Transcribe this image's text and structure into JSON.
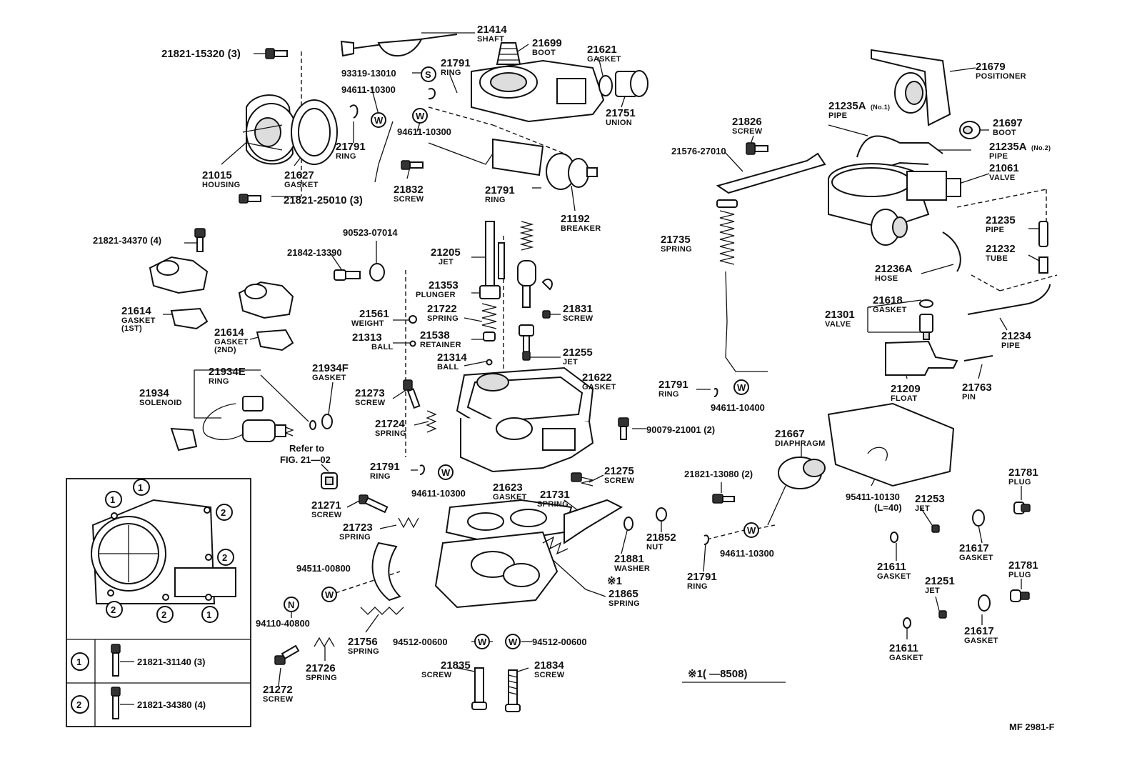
{
  "labels": {
    "l21821_15320": "21821-15320 (3)",
    "l21414": "21414",
    "l21414n": "SHAFT",
    "l21699": "21699",
    "l21699n": "BOOT",
    "l21621": "21621",
    "l21621n": "GASKET",
    "l21791a": "21791",
    "l21791an": "RING",
    "l93319": "93319-13010",
    "l94611a": "94611-10300",
    "l94611b": "94611-10300",
    "l21751": "21751",
    "l21751n": "UNION",
    "l21791b": "21791",
    "l21791bn": "RING",
    "l21015": "21015",
    "l21015n": "HOUSING",
    "l21627": "21627",
    "l21627n": "GASKET",
    "l21821_25010": "21821-25010 (3)",
    "l21832": "21832",
    "l21832n": "SCREW",
    "l21791c": "21791",
    "l21791cn": "RING",
    "l21192": "21192",
    "l21192n": "BREAKER",
    "l21679": "21679",
    "l21679n": "POSITIONER",
    "l21235A1": "21235A",
    "l21235A1s": "(No.1)",
    "l21235A1n": "PIPE",
    "l21697": "21697",
    "l21697n": "BOOT",
    "l21235A2": "21235A",
    "l21235A2s": "(No.2)",
    "l21235A2n": "PIPE",
    "l21061": "21061",
    "l21061n": "VALVE",
    "l21826": "21826",
    "l21826n": "SCREW",
    "l21576": "21576-27010",
    "l21235": "21235",
    "l21235n": "PIPE",
    "l21232": "21232",
    "l21232n": "TUBE",
    "l21236A": "21236A",
    "l21236An": "HOSE",
    "l21821_34370": "21821-34370 (4)",
    "l90523": "90523-07014",
    "l21842": "21842-13390",
    "l21205": "21205",
    "l21205n": "JET",
    "l21353": "21353",
    "l21353n": "PLUNGER",
    "l21735": "21735",
    "l21735n": "SPRING",
    "l21618": "21618",
    "l21618n": "GASKET",
    "l21301": "21301",
    "l21301n": "VALVE",
    "l21614a": "21614",
    "l21614an": "GASKET",
    "l21614as": "(1ST)",
    "l21614b": "21614",
    "l21614bn": "GASKET",
    "l21614bs": "(2ND)",
    "l21561": "21561",
    "l21561n": "WEIGHT",
    "l21722": "21722",
    "l21722n": "SPRING",
    "l21831": "21831",
    "l21831n": "SCREW",
    "l21313": "21313",
    "l21313n": "BALL",
    "l21538": "21538",
    "l21538n": "RETAINER",
    "l21255": "21255",
    "l21255n": "JET",
    "l21314": "21314",
    "l21314n": "BALL",
    "l21234": "21234",
    "l21234n": "PIPE",
    "l21934E": "21934E",
    "l21934En": "RING",
    "l21934F": "21934F",
    "l21934Fn": "GASKET",
    "l21934": "21934",
    "l21934n": "SOLENOID",
    "l21622": "21622",
    "l21622n": "GASKET",
    "l21791d": "21791",
    "l21791dn": "RING",
    "l94611c": "94611-10400",
    "l21209": "21209",
    "l21209n": "FLOAT",
    "l21763": "21763",
    "l21763n": "PIN",
    "l21273": "21273",
    "l21273n": "SCREW",
    "l21724": "21724",
    "l21724n": "SPRING",
    "l90079": "90079-21001 (2)",
    "l21667": "21667",
    "l21667n": "DIAPHRAGM",
    "refer1": "Refer to",
    "refer2": "FIG. 21—02",
    "l21791e": "21791",
    "l21791en": "RING",
    "l94611d": "94611-10300",
    "l21275": "21275",
    "l21275n": "SCREW",
    "l21821_13080": "21821-13080 (2)",
    "l21781a": "21781",
    "l21781an": "PLUG",
    "l21623": "21623",
    "l21623n": "GASKET",
    "l21731": "21731",
    "l21731n": "SPRING",
    "l95411": "95411-10130",
    "l95411s": "(L=40)",
    "l21253": "21253",
    "l21253n": "JET",
    "l21271": "21271",
    "l21271n": "SCREW",
    "l21723": "21723",
    "l21723n": "SPRING",
    "l21852": "21852",
    "l21852n": "NUT",
    "l21617a": "21617",
    "l21617an": "GASKET",
    "l94611e": "94611-10300",
    "l21611a": "21611",
    "l21611an": "GASKET",
    "l21781b": "21781",
    "l21781bn": "PLUG",
    "l94511": "94511-00800",
    "l21881": "21881",
    "l21881n": "WASHER",
    "l21791f": "21791",
    "l21791fn": "RING",
    "l21251": "21251",
    "l21251n": "JET",
    "star1": "※1",
    "l21865": "21865",
    "l21865n": "SPRING",
    "l94110": "94110-40800",
    "l21756": "21756",
    "l21756n": "SPRING",
    "l94512a": "94512-00600",
    "l94512b": "94512-00600",
    "l21617b": "21617",
    "l21617bn": "GASKET",
    "l21611b": "21611",
    "l21611bn": "GASKET",
    "l21835": "21835",
    "l21835n": "SCREW",
    "l21834": "21834",
    "l21834n": "SCREW",
    "l21726": "21726",
    "l21726n": "SPRING",
    "l21272": "21272",
    "l21272n": "SCREW",
    "footnote": "※1(      —8508)",
    "figcode": "MF 2981-F"
  },
  "inset": {
    "marks": [
      "1",
      "2"
    ],
    "row1": "21821-31140 (3)",
    "row2": "21821-34380 (4)"
  },
  "badges": {
    "S": "S",
    "W": "W",
    "N": "N"
  }
}
